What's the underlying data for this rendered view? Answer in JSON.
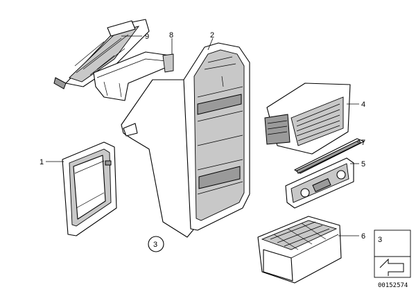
{
  "callouts": {
    "c1": "1",
    "c2": "2",
    "c3": "3",
    "c3_legend": "3",
    "c4": "4",
    "c5": "5",
    "c6": "6",
    "c7": "7",
    "c8": "8",
    "c9": "9"
  },
  "doc_number": "00152574",
  "colors": {
    "line": "#000000",
    "shade": "#9a9a9a",
    "background": "#ffffff"
  }
}
